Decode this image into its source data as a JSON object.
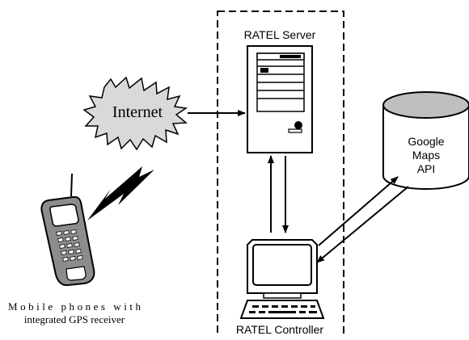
{
  "server": {
    "label": "RATEL Server"
  },
  "controller": {
    "label": "RATEL Controller"
  },
  "cloud": {
    "label": "Internet"
  },
  "database": {
    "line1": "Google",
    "line2": "Maps",
    "line3": "API"
  },
  "phone": {
    "caption_line1": "Mobile phones with",
    "caption_line2": "integrated GPS receiver"
  },
  "colors": {
    "stroke": "#000000",
    "fill": "#ffffff",
    "panel_gray": "#d9d9d9",
    "light_gray": "#bfbfbf",
    "dark_gray": "#8c8c8c"
  }
}
